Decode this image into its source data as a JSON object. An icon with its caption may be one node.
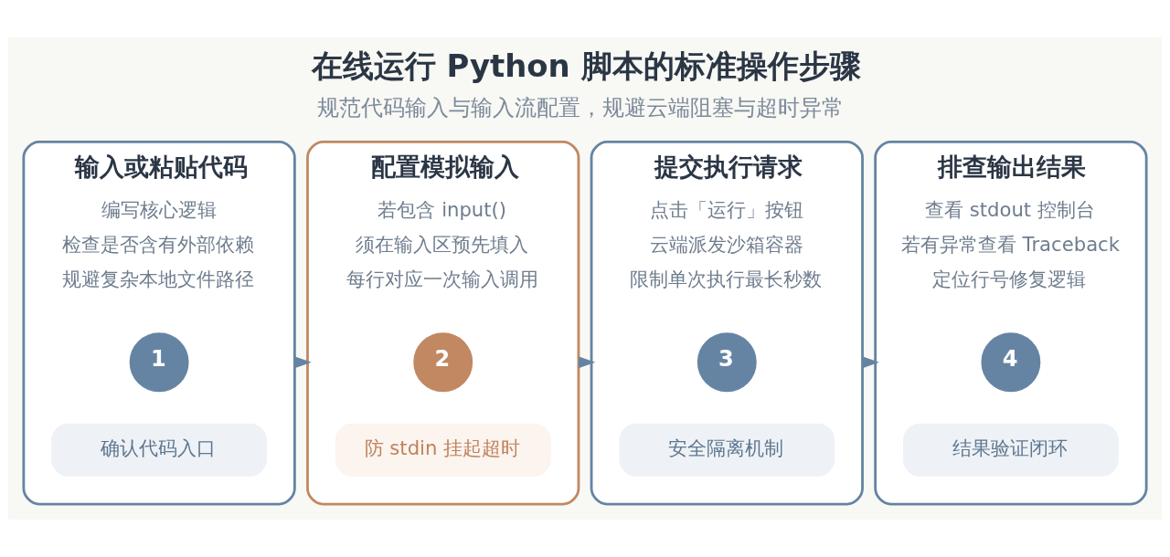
{
  "diagram": {
    "title": "在线运行 Python 脚本的标准操作步骤",
    "caption": "规范代码输入与输入流配置，规避云端阻塞与超时异常",
    "nodes": [
      {
        "text": [
          "输入或粘贴代码",
          "编写核心逻辑",
          "检查是否含有外部依赖",
          "规避复杂本地文件路径"
        ]
      },
      {
        "text": [
          "1"
        ],
        "in": 0
      },
      {
        "text": [
          "确认代码入口"
        ],
        "in": 0
      },
      {
        "text": [
          "配置模拟输入",
          "若包含 input()",
          "须在输入区预先填入",
          "每行对应一次输入调用"
        ]
      },
      {
        "text": [
          "2"
        ],
        "in": 3
      },
      {
        "text": [
          "防 stdin 挂起超时"
        ],
        "in": 3
      },
      {
        "text": [
          "提交执行请求",
          "点击「运行」按钮",
          "云端派发沙箱容器",
          "限制单次执行最长秒数"
        ]
      },
      {
        "text": [
          "3"
        ],
        "in": 6
      },
      {
        "text": [
          "安全隔离机制"
        ],
        "in": 6
      },
      {
        "text": [
          "排查输出结果",
          "查看 stdout 控制台",
          "若有异常查看 Traceback",
          "定位行号修复逻辑"
        ]
      },
      {
        "text": [
          "4"
        ],
        "in": 9
      },
      {
        "text": [
          "结果验证闭环"
        ],
        "in": 9
      }
    ],
    "edges": [
      {
        "from": 0,
        "to": 3,
        "arrow": "to"
      },
      {
        "from": 3,
        "to": 6,
        "arrow": "to"
      },
      {
        "from": 6,
        "to": 9,
        "arrow": "to"
      }
    ]
  }
}
